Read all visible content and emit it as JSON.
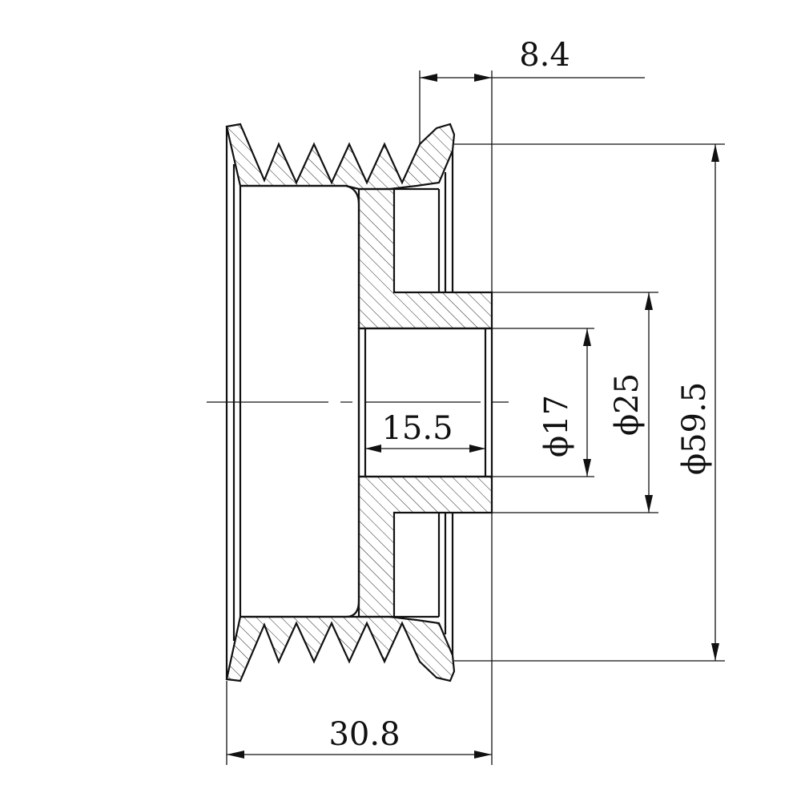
{
  "dimensions": {
    "overall_width": "30.8",
    "hub_offset": "8.4",
    "bore_length": "15.5",
    "bore_diameter": "ϕ17",
    "hub_diameter": "ϕ25",
    "outer_diameter": "ϕ59.5"
  },
  "colors": {
    "line": "#111111",
    "hatch": "#222222",
    "background": "#ffffff"
  }
}
